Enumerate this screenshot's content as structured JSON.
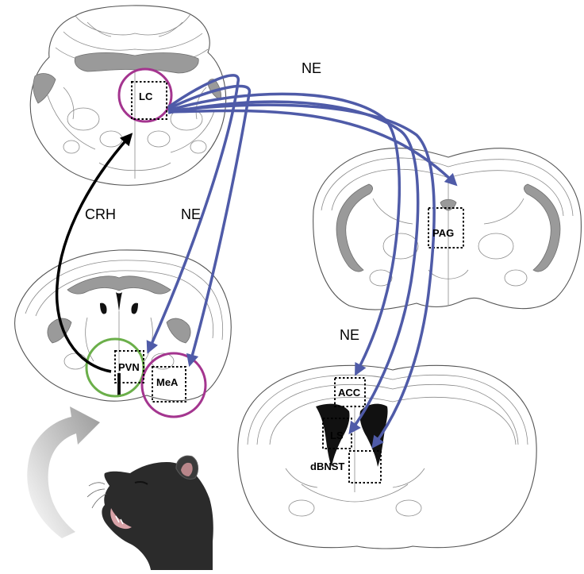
{
  "regions": {
    "lc": "LC",
    "pvn": "PVN",
    "mea": "MeA",
    "pag": "PAG",
    "acc": "ACC",
    "ls": "LS",
    "dbnst": "dBNST"
  },
  "pathways": {
    "crh": "CRH",
    "ne_top": "NE",
    "ne_mid": "NE",
    "ne_lower": "NE"
  },
  "colors": {
    "ne_arrow": "#4F5BA8",
    "crh_arrow": "#000000",
    "lc_ring": "#A4358F",
    "mea_ring": "#A4358F",
    "pvn_ring": "#6BAF4A",
    "stress_arrow": "#A8A8A8"
  },
  "icons": {
    "stressor": "rat-head-icon",
    "transition": "curved-arrow-icon"
  }
}
